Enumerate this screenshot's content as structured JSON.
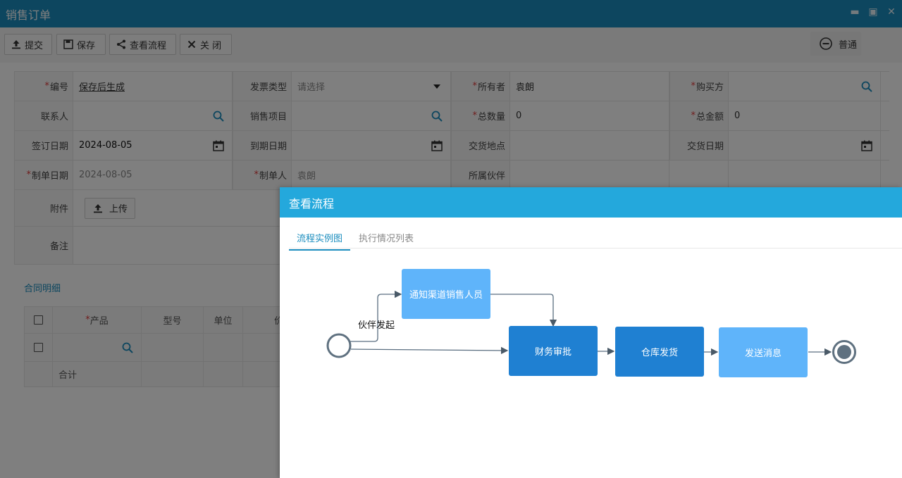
{
  "window": {
    "title": "销售订单",
    "minimize_icon": "minimize-icon",
    "maximize_icon": "maximize-icon",
    "close_icon": "close-icon"
  },
  "toolbar": {
    "submit_label": "提交",
    "save_label": "保存",
    "view_flow_label": "查看流程",
    "close_label": "关 闭",
    "mode_label": "普通"
  },
  "form": {
    "code_label": "编号",
    "code_value": "保存后生成",
    "invoice_type_label": "发票类型",
    "invoice_type_placeholder": "请选择",
    "owner_label": "所有者",
    "owner_value": "袁朗",
    "buyer_label": "购买方",
    "buyer_value": "",
    "contact_label": "联系人",
    "contact_value": "",
    "project_label": "销售项目",
    "project_value": "",
    "total_qty_label": "总数量",
    "total_qty_value": "0",
    "total_amount_label": "总金额",
    "total_amount_value": "0",
    "sign_date_label": "签订日期",
    "sign_date_value": "2024-08-05",
    "due_date_label": "到期日期",
    "due_date_value": "",
    "delivery_place_label": "交货地点",
    "delivery_place_value": "",
    "delivery_date_label": "交货日期",
    "delivery_date_value": "",
    "create_date_label": "制单日期",
    "create_date_value": "2024-08-05",
    "creator_label": "制单人",
    "creator_value": "袁朗",
    "partner_label": "所属伙伴",
    "partner_value": "",
    "attachment_label": "附件",
    "upload_label": "上传",
    "remark_label": "备注",
    "remark_value": ""
  },
  "contract": {
    "title": "合同明细",
    "columns": [
      "产品",
      "型号",
      "单位",
      "价"
    ],
    "total_label": "合计"
  },
  "dialog": {
    "title": "查看流程",
    "tabs": [
      "流程实例图",
      "执行情况列表"
    ],
    "nodes": [
      "通知渠道销售人员",
      "财务审批",
      "仓库发货",
      "发送消息"
    ],
    "edge_label": "伙伴发起"
  },
  "colors": {
    "titlebar": "#1b8dbe",
    "dialog_header": "#24a8dc",
    "node_light": "#5fb4fa",
    "node_dark": "#1f80d2",
    "required": "#e03b3b"
  }
}
